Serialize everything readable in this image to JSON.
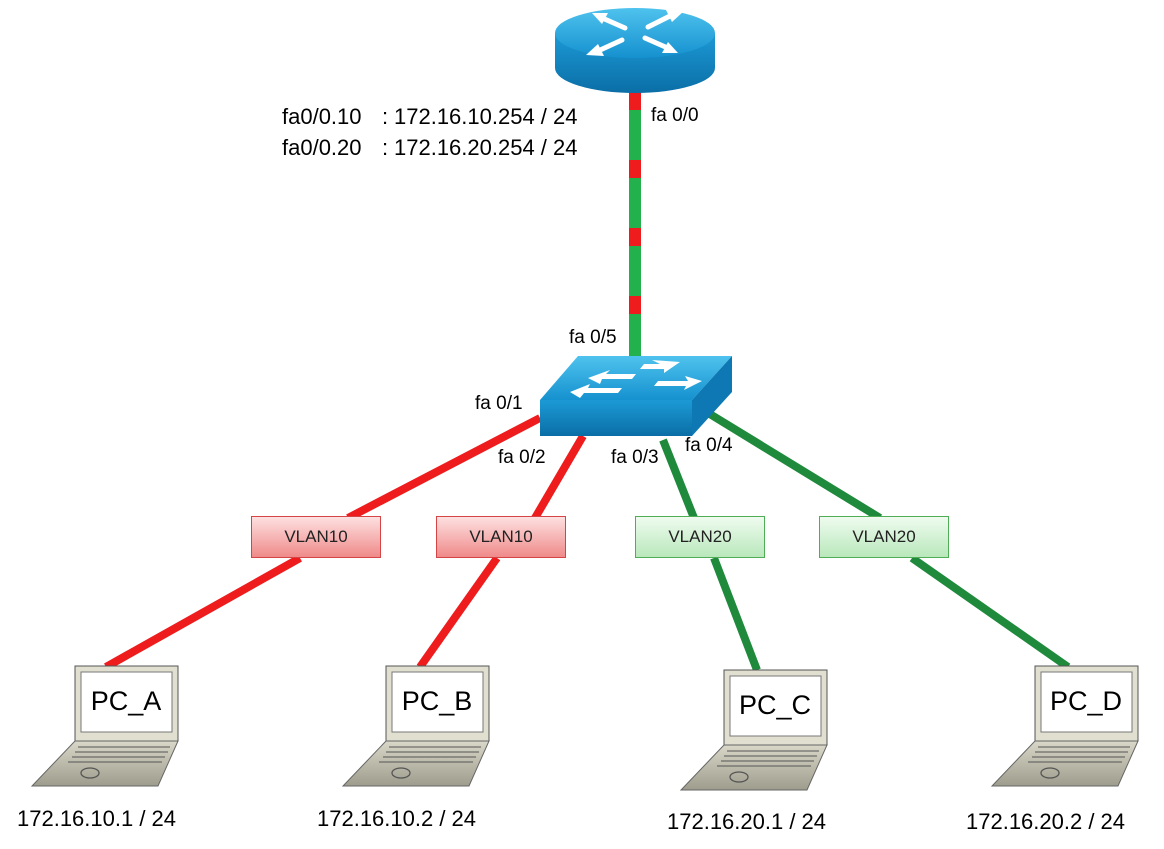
{
  "router": {
    "port": "fa 0/0",
    "subinterfaces": [
      {
        "name": "fa0/0.10",
        "sep": ":",
        "ip": "172.16.10.254 / 24"
      },
      {
        "name": "fa0/0.20",
        "sep": ":",
        "ip": "172.16.20.254 / 24"
      }
    ]
  },
  "switch": {
    "ports": {
      "uplink": "fa 0/5",
      "p1": "fa 0/1",
      "p2": "fa 0/2",
      "p3": "fa 0/3",
      "p4": "fa 0/4"
    }
  },
  "links": [
    {
      "vlan": "VLAN10",
      "color": "#ee1c1c"
    },
    {
      "vlan": "VLAN10",
      "color": "#ee1c1c"
    },
    {
      "vlan": "VLAN20",
      "color": "#1f8a3c"
    },
    {
      "vlan": "VLAN20",
      "color": "#1f8a3c"
    }
  ],
  "trunk_colors": [
    "#ee1c1c",
    "#22b14c"
  ],
  "pcs": [
    {
      "name": "PC_A",
      "ip": "172.16.10.1 / 24"
    },
    {
      "name": "PC_B",
      "ip": "172.16.10.2 / 24"
    },
    {
      "name": "PC_C",
      "ip": "172.16.20.1 / 24"
    },
    {
      "name": "PC_D",
      "ip": "172.16.20.2 / 24"
    }
  ]
}
